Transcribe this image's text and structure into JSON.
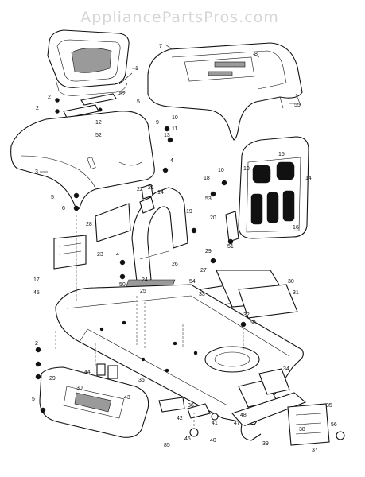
{
  "watermark": "AppliancePartsPros.com",
  "callouts": [
    {
      "id": "c1",
      "text": "1"
    },
    {
      "id": "c2",
      "text": "2"
    },
    {
      "id": "c2b",
      "text": "2"
    },
    {
      "id": "c2c",
      "text": "2"
    },
    {
      "id": "c3",
      "text": "3"
    },
    {
      "id": "c4",
      "text": "4"
    },
    {
      "id": "c4b",
      "text": "4"
    },
    {
      "id": "c5",
      "text": "5"
    },
    {
      "id": "c5b",
      "text": "5"
    },
    {
      "id": "c5c",
      "text": "5"
    },
    {
      "id": "c6",
      "text": "6"
    },
    {
      "id": "c7",
      "text": "7"
    },
    {
      "id": "c8",
      "text": "8"
    },
    {
      "id": "c9",
      "text": "9"
    },
    {
      "id": "c10",
      "text": "10"
    },
    {
      "id": "c10b",
      "text": "10"
    },
    {
      "id": "c10c",
      "text": "10"
    },
    {
      "id": "c11",
      "text": "11"
    },
    {
      "id": "c12",
      "text": "12"
    },
    {
      "id": "c13",
      "text": "13"
    },
    {
      "id": "c14",
      "text": "14"
    },
    {
      "id": "c14b",
      "text": "14"
    },
    {
      "id": "c15",
      "text": "15"
    },
    {
      "id": "c16",
      "text": "16"
    },
    {
      "id": "c17",
      "text": "17"
    },
    {
      "id": "c18",
      "text": "18"
    },
    {
      "id": "c19",
      "text": "19"
    },
    {
      "id": "c20",
      "text": "20"
    },
    {
      "id": "c21",
      "text": "21"
    },
    {
      "id": "c22",
      "text": "22"
    },
    {
      "id": "c23",
      "text": "23"
    },
    {
      "id": "c24",
      "text": "24"
    },
    {
      "id": "c25",
      "text": "25"
    },
    {
      "id": "c26",
      "text": "26"
    },
    {
      "id": "c27",
      "text": "27"
    },
    {
      "id": "c28",
      "text": "28"
    },
    {
      "id": "c29",
      "text": "29"
    },
    {
      "id": "c29b",
      "text": "29"
    },
    {
      "id": "c30",
      "text": "30"
    },
    {
      "id": "c30b",
      "text": "30"
    },
    {
      "id": "c31",
      "text": "31"
    },
    {
      "id": "c32",
      "text": "32"
    },
    {
      "id": "c33",
      "text": "33"
    },
    {
      "id": "c34",
      "text": "34"
    },
    {
      "id": "c35",
      "text": "35"
    },
    {
      "id": "c36",
      "text": "36"
    },
    {
      "id": "c36b",
      "text": "36"
    },
    {
      "id": "c37",
      "text": "37"
    },
    {
      "id": "c38",
      "text": "38"
    },
    {
      "id": "c39",
      "text": "39"
    },
    {
      "id": "c40",
      "text": "40"
    },
    {
      "id": "c41",
      "text": "41"
    },
    {
      "id": "c42",
      "text": "42"
    },
    {
      "id": "c43",
      "text": "43"
    },
    {
      "id": "c44",
      "text": "44"
    },
    {
      "id": "c45",
      "text": "45"
    },
    {
      "id": "c46",
      "text": "46"
    },
    {
      "id": "c47",
      "text": "47"
    },
    {
      "id": "c48",
      "text": "48"
    },
    {
      "id": "c50",
      "text": "50"
    },
    {
      "id": "c50b",
      "text": "50"
    },
    {
      "id": "c51",
      "text": "51"
    },
    {
      "id": "c52",
      "text": "52"
    },
    {
      "id": "c52b",
      "text": "52"
    },
    {
      "id": "c53",
      "text": "53"
    },
    {
      "id": "c54",
      "text": "54"
    },
    {
      "id": "c55",
      "text": "55"
    },
    {
      "id": "c56",
      "text": "56"
    },
    {
      "id": "c85",
      "text": "85"
    }
  ]
}
